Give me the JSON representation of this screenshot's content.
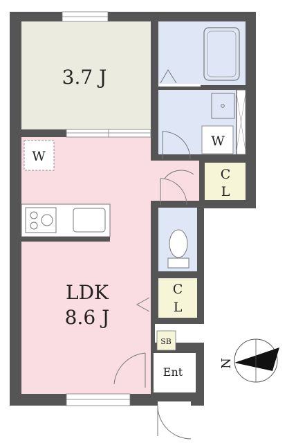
{
  "rooms": {
    "western_room": {
      "label": "3.7 J"
    },
    "ldk": {
      "label_line1": "LDK",
      "label_line2": "8.6 J"
    },
    "washer_ldk": {
      "label": "W"
    },
    "washer_bath": {
      "label": "W"
    },
    "closet_upper": {
      "label_line1": "C",
      "label_line2": "L"
    },
    "closet_lower": {
      "label_line1": "C",
      "label_line2": "L"
    },
    "shoe_box": {
      "label": "SB"
    },
    "entrance": {
      "label": "Ent"
    }
  },
  "compass": {
    "label": "N"
  },
  "colors": {
    "wall": "#555555",
    "western_room": "#ecebe0",
    "ldk": "#f9dde2",
    "bath": "#dfe6f5",
    "closet": "#f7f5d8",
    "white": "#ffffff"
  }
}
